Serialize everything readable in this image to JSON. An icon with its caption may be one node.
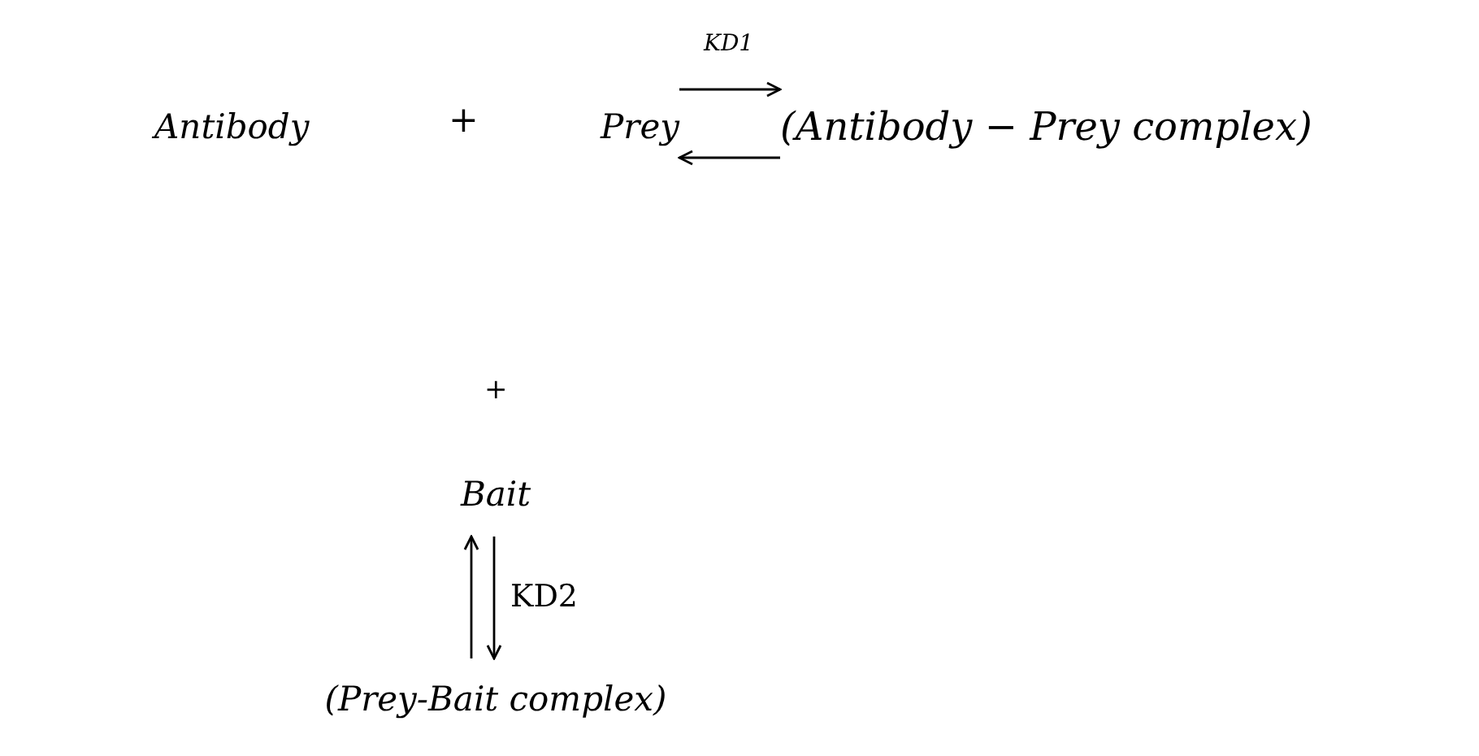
{
  "diagram": {
    "nodes": [
      {
        "text": [
          "Antibody"
        ]
      },
      {
        "text": [
          "Prey"
        ]
      },
      {
        "text": [
          "(Antibody − Prey complex)"
        ]
      },
      {
        "text": [
          "Bait"
        ]
      },
      {
        "text": [
          "(Prey-Bait complex)"
        ]
      }
    ],
    "edges": [
      {
        "from": 1,
        "to": 2,
        "arrow": "to",
        "label": "KD1"
      },
      {
        "from": 2,
        "to": 1,
        "arrow": "to"
      },
      {
        "from": 4,
        "to": 3,
        "arrow": "to"
      },
      {
        "from": 3,
        "to": 4,
        "arrow": "to",
        "label": "KD2"
      }
    ],
    "labels": [
      "+",
      "+"
    ]
  }
}
